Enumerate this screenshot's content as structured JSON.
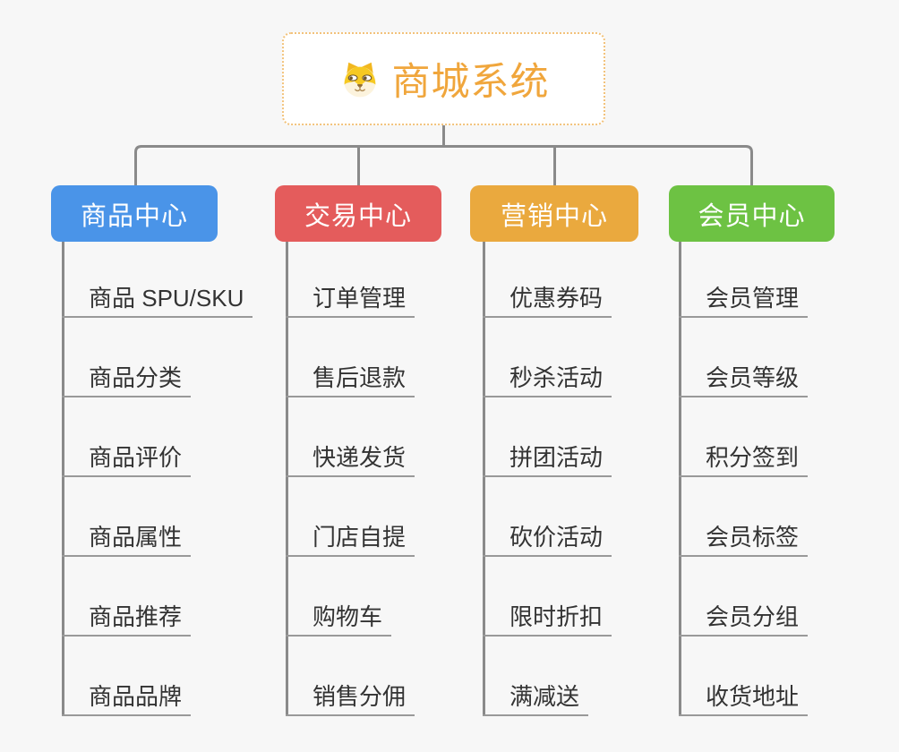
{
  "background_color": "#f7f7f7",
  "connector_color": "#8a8a8a",
  "underline_color": "#999999",
  "root": {
    "title": "商城系统",
    "icon": "dog-face-icon",
    "text_color": "#f0a63c",
    "border_color": "#f2c27b"
  },
  "branches": [
    {
      "label": "商品中心",
      "color": "#4a94e8",
      "items": [
        "商品 SPU/SKU",
        "商品分类",
        "商品评价",
        "商品属性",
        "商品推荐",
        "商品品牌"
      ]
    },
    {
      "label": "交易中心",
      "color": "#e45c5c",
      "items": [
        "订单管理",
        "售后退款",
        "快递发货",
        "门店自提",
        "购物车",
        "销售分佣"
      ]
    },
    {
      "label": "营销中心",
      "color": "#eaa93e",
      "items": [
        "优惠券码",
        "秒杀活动",
        "拼团活动",
        "砍价活动",
        "限时折扣",
        "满减送"
      ]
    },
    {
      "label": "会员中心",
      "color": "#6dc243",
      "items": [
        "会员管理",
        "会员等级",
        "积分签到",
        "会员标签",
        "会员分组",
        "收货地址"
      ]
    }
  ]
}
